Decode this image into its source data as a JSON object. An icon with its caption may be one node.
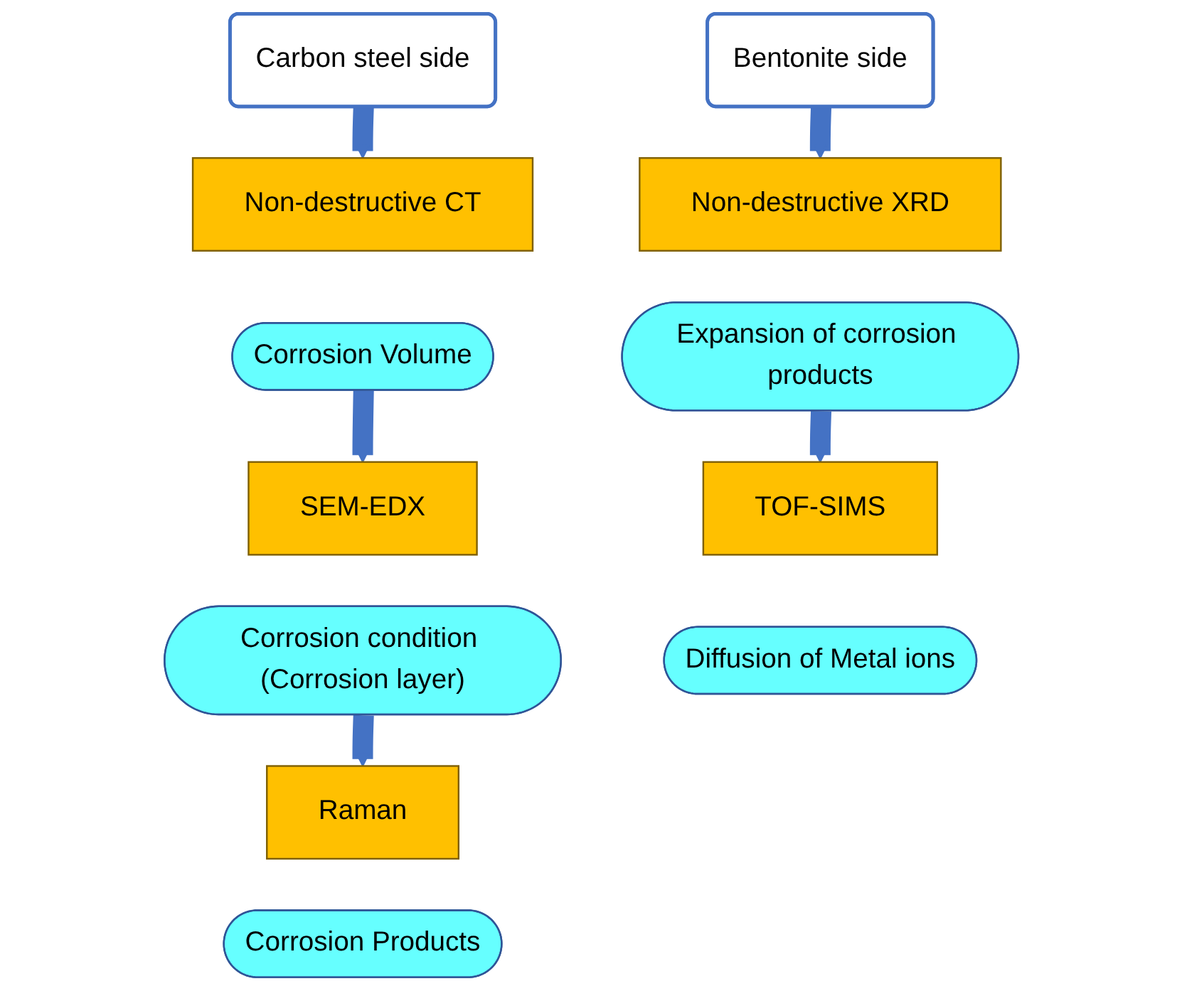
{
  "diagram": {
    "nodes": [
      {
        "text": [
          "Carbon steel side"
        ]
      },
      {
        "text": [
          "Non-destructive CT"
        ]
      },
      {
        "text": [
          "Corrosion Volume"
        ]
      },
      {
        "text": [
          "SEM-EDX"
        ]
      },
      {
        "text": [
          "Corrosion condition (Corrosion layer)"
        ]
      },
      {
        "text": [
          "Raman"
        ]
      },
      {
        "text": [
          "Corrosion Products"
        ]
      },
      {
        "text": [
          "Bentonite side"
        ]
      },
      {
        "text": [
          "Non-destructive XRD"
        ]
      },
      {
        "text": [
          "Expansion of corrosion products"
        ]
      },
      {
        "text": [
          "TOF-SIMS"
        ]
      },
      {
        "text": [
          "Diffusion of Metal ions"
        ]
      }
    ],
    "edges": [
      {
        "from": 0,
        "to": 1,
        "arrow": "to"
      },
      {
        "from": 2,
        "to": 3,
        "arrow": "to"
      },
      {
        "from": 4,
        "to": 5,
        "arrow": "to"
      },
      {
        "from": 7,
        "to": 8,
        "arrow": "to"
      },
      {
        "from": 9,
        "to": 10,
        "arrow": "to"
      }
    ]
  }
}
